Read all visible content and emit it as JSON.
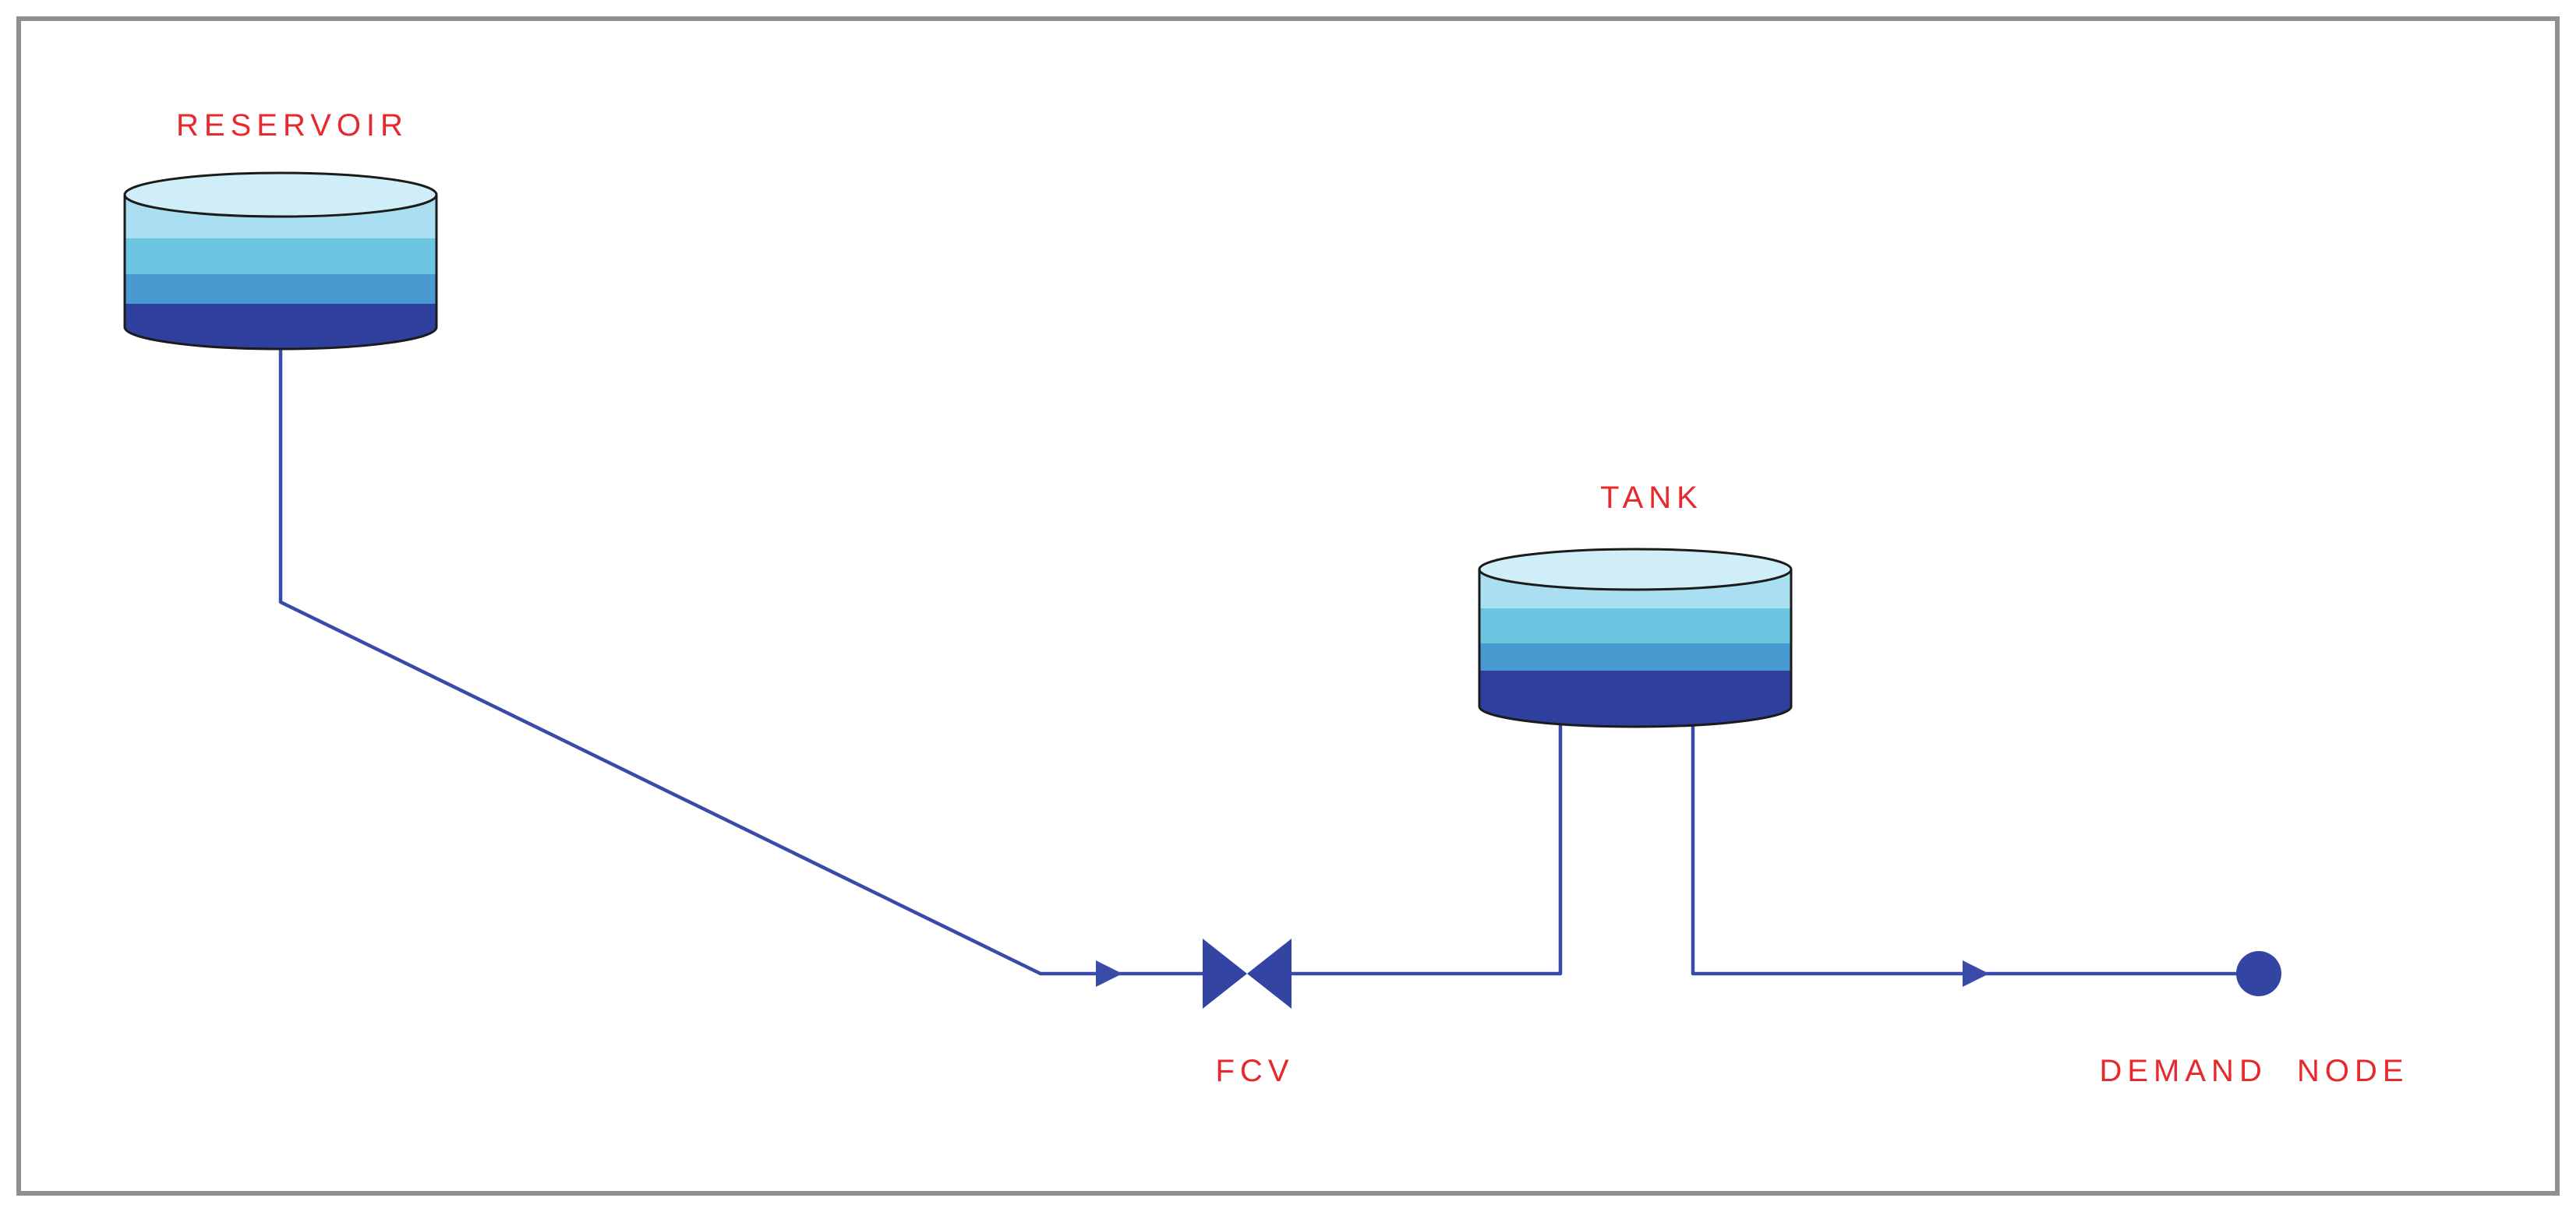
{
  "diagram": {
    "labels": {
      "reservoir": "RESERVOIR",
      "tank": "TANK",
      "valve": "FCV",
      "demand_node": "DEMAND NODE"
    },
    "colors": {
      "label": "#e7282c",
      "pipe": "#3a4aa8",
      "node": "#3444a2",
      "valve": "#3444a2",
      "outline": "#1b1b1b",
      "border": "#909090",
      "lid": "#cfeef7",
      "band_light": "#a9dff0",
      "band_cyan": "#6cc6e2",
      "band_mid": "#4a9ad2",
      "band_dark": "#2e3f9e",
      "background": "#ffffff"
    },
    "icons": {
      "reservoir": "reservoir-cylinder-icon",
      "tank": "tank-cylinder-icon",
      "valve": "fcv-valve-icon",
      "arrow": "flow-arrow-icon",
      "demand": "demand-node-dot-icon"
    }
  }
}
